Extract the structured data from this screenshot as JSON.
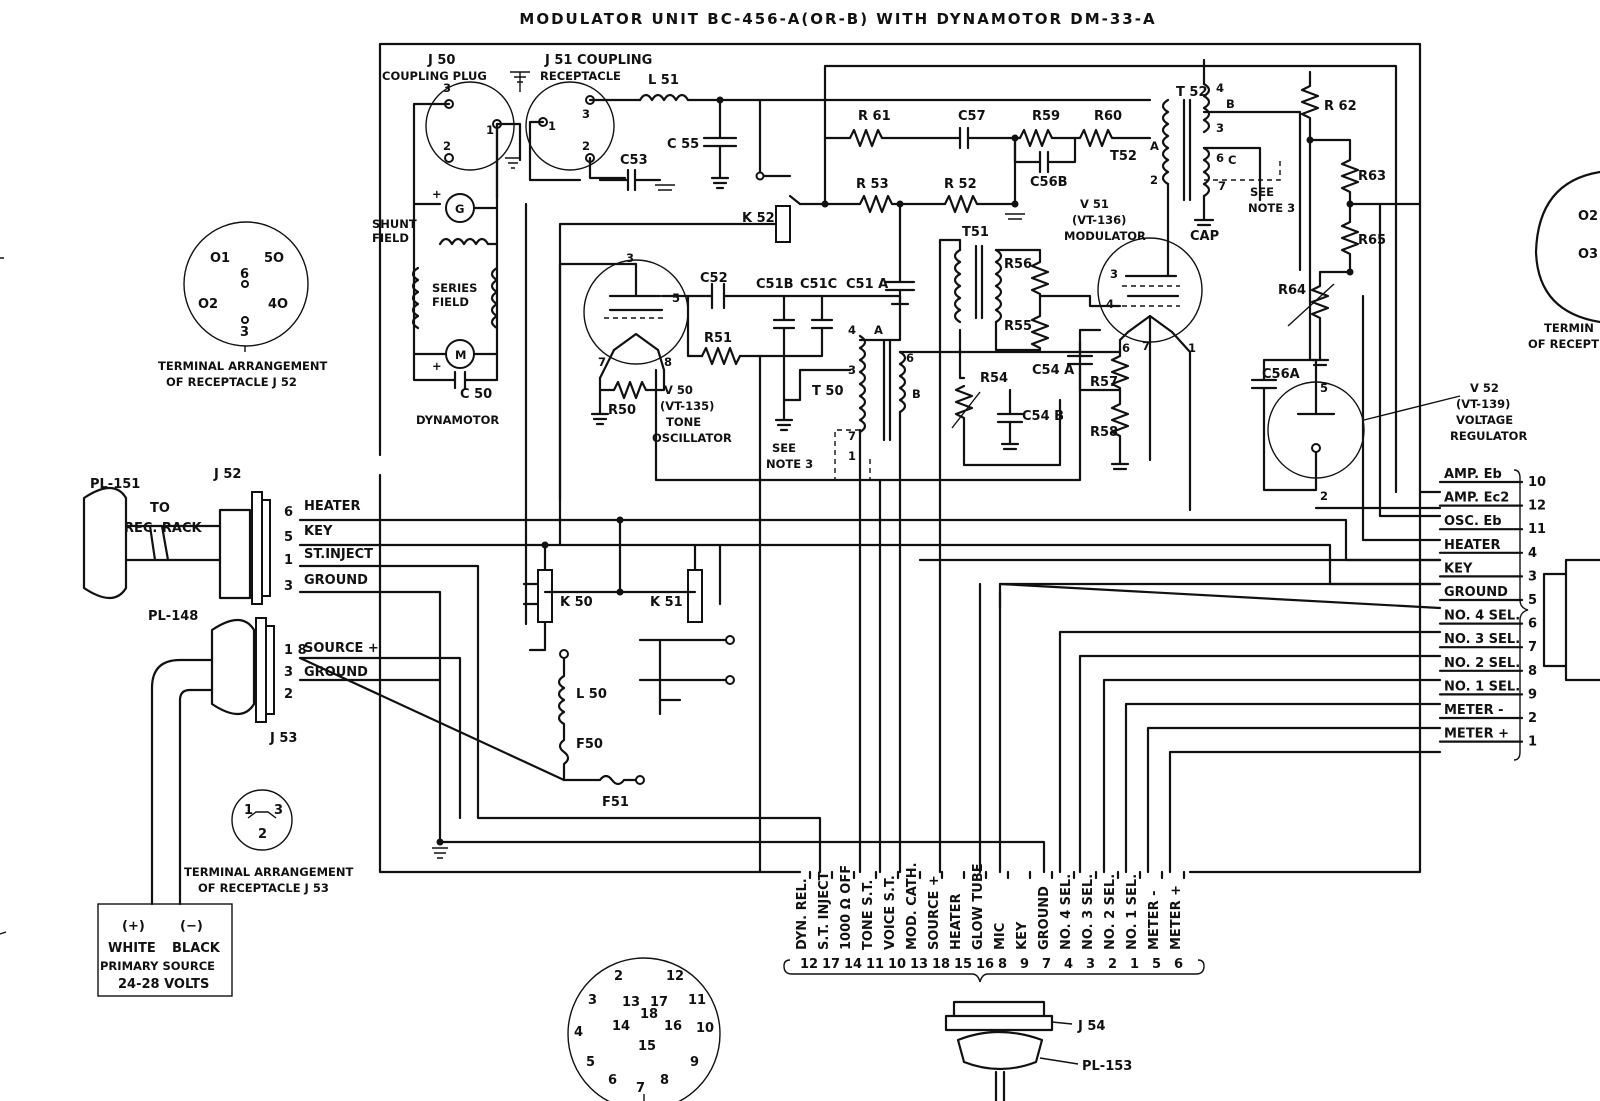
{
  "title": "MODULATOR UNIT BC-456-A(OR-B) WITH DYNAMOTOR DM-33-A",
  "connectors": {
    "j50_a": "J 50",
    "j50_b": "COUPLING PLUG",
    "j51": "J 51 COUPLING",
    "j51_b": "RECEPTACLE",
    "j52": "J 52",
    "j53": "J 53",
    "j54": "J 54",
    "pl151": "PL-151",
    "pl148": "PL-148",
    "pl153": "PL-153",
    "to_rec_rack_a": "TO",
    "to_rec_rack_b": "REC. RACK"
  },
  "components": {
    "l51": "L 51",
    "l50": "L 50",
    "f50": "F50",
    "f51": "F51",
    "c55": "C 55",
    "c53": "C53",
    "c57": "C57",
    "c56b": "C56B",
    "c51a": "C51 A",
    "c52": "C52",
    "c51b": "C51B",
    "c51c": "C51C",
    "c54a": "C54 A",
    "c54b": "C54 B",
    "c56a": "C56A",
    "c50": "C 50",
    "r61": "R 61",
    "r59": "R59",
    "r60": "R60",
    "r53": "R 53",
    "r52": "R 52",
    "r51": "R51",
    "r50": "R50",
    "r56": "R56",
    "r55": "R55",
    "r54": "R54",
    "r57": "R57",
    "r58": "R58",
    "r62": "R 62",
    "r63": "R63",
    "r65": "R65",
    "r64": "R64",
    "k52": "K 52",
    "k50": "K 50",
    "k51": "K 51",
    "t51": "T51",
    "t50": "T 50",
    "t52": "T 52",
    "t52b": "T52",
    "cap": "CAP",
    "see_note3_a": "SEE",
    "see_note3_b": "NOTE 3"
  },
  "tubes": {
    "v51": [
      "V 51",
      "(VT-136)",
      "MODULATOR"
    ],
    "v50": [
      "V 50",
      "(VT-135)",
      "TONE",
      "OSCILLATOR"
    ],
    "v52": [
      "V 52",
      "(VT-139)",
      "VOLTAGE",
      "REGULATOR"
    ]
  },
  "dynamotor": {
    "shunt_a": "SHUNT",
    "shunt_b": "FIELD",
    "series_a": "SERIES",
    "series_b": "FIELD",
    "g": "G",
    "m": "M",
    "label": "DYNAMOTOR"
  },
  "terminal_captions": {
    "j52_a": "TERMINAL ARRANGEMENT",
    "j52_b": "OF RECEPTACLE J 52",
    "j53_a": "TERMINAL ARRANGEMENT",
    "j53_b": "OF RECEPTACLE J 53",
    "right_a": "TERMIN",
    "right_b": "OF RECEPT"
  },
  "j52_lines": [
    {
      "pin": "6",
      "label": "HEATER"
    },
    {
      "pin": "5",
      "label": "KEY"
    },
    {
      "pin": "1",
      "label": "ST.INJECT"
    },
    {
      "pin": "3",
      "label": "GROUND"
    }
  ],
  "j53_lines": [
    {
      "pin": "1 8",
      "label": "SOURCE +"
    },
    {
      "pin": "3",
      "label": "GROUND"
    },
    {
      "pin": "2",
      "label": ""
    }
  ],
  "right_terminals": [
    {
      "label": "AMP. Eb",
      "pin": "10"
    },
    {
      "label": "AMP. Ec2",
      "pin": "12"
    },
    {
      "label": "OSC. Eb",
      "pin": "11"
    },
    {
      "label": "HEATER",
      "pin": "4"
    },
    {
      "label": "KEY",
      "pin": "3"
    },
    {
      "label": "GROUND",
      "pin": "5"
    },
    {
      "label": "NO. 4 SEL.",
      "pin": "6"
    },
    {
      "label": "NO. 3 SEL.",
      "pin": "7"
    },
    {
      "label": "NO. 2 SEL.",
      "pin": "8"
    },
    {
      "label": "NO. 1 SEL.",
      "pin": "9"
    },
    {
      "label": "METER -",
      "pin": "2"
    },
    {
      "label": "METER +",
      "pin": "1"
    }
  ],
  "bottom_terminals": [
    {
      "label": "DYN. REL.",
      "pin": "12"
    },
    {
      "label": "S.T. INJECT",
      "pin": "17"
    },
    {
      "label": "1000 Ω OFF",
      "pin": "14"
    },
    {
      "label": "TONE S.T.",
      "pin": "11"
    },
    {
      "label": "VOICE S.T.",
      "pin": "10"
    },
    {
      "label": "MOD. CATH.",
      "pin": "13"
    },
    {
      "label": "SOURCE +",
      "pin": "18"
    },
    {
      "label": "HEATER",
      "pin": "15"
    },
    {
      "label": "GLOW TUBE",
      "pin": "16"
    },
    {
      "label": "MIC",
      "pin": "8"
    },
    {
      "label": "KEY",
      "pin": "9"
    },
    {
      "label": "GROUND",
      "pin": "7"
    },
    {
      "label": "NO. 4 SEL.",
      "pin": "4"
    },
    {
      "label": "NO. 3 SEL.",
      "pin": "3"
    },
    {
      "label": "NO. 2 SEL.",
      "pin": "2"
    },
    {
      "label": "NO. 1 SEL.",
      "pin": "1"
    },
    {
      "label": "METER -",
      "pin": "5"
    },
    {
      "label": "METER +",
      "pin": "6"
    }
  ],
  "power": {
    "plus": "(+)",
    "minus": "(−)",
    "white": "WHITE",
    "black": "BLACK",
    "primary": "PRIMARY SOURCE",
    "volts": "24-28 VOLTS"
  },
  "pin_numbers": {
    "j52": [
      "1",
      "5",
      "6",
      "2",
      "4",
      "3"
    ],
    "j53": [
      "1",
      "3",
      "2"
    ],
    "j54": [
      "2",
      "12",
      "3",
      "13",
      "17",
      "11",
      "18",
      "4",
      "14",
      "16",
      "10",
      "15",
      "5",
      "9",
      "6",
      "7",
      "8"
    ]
  }
}
